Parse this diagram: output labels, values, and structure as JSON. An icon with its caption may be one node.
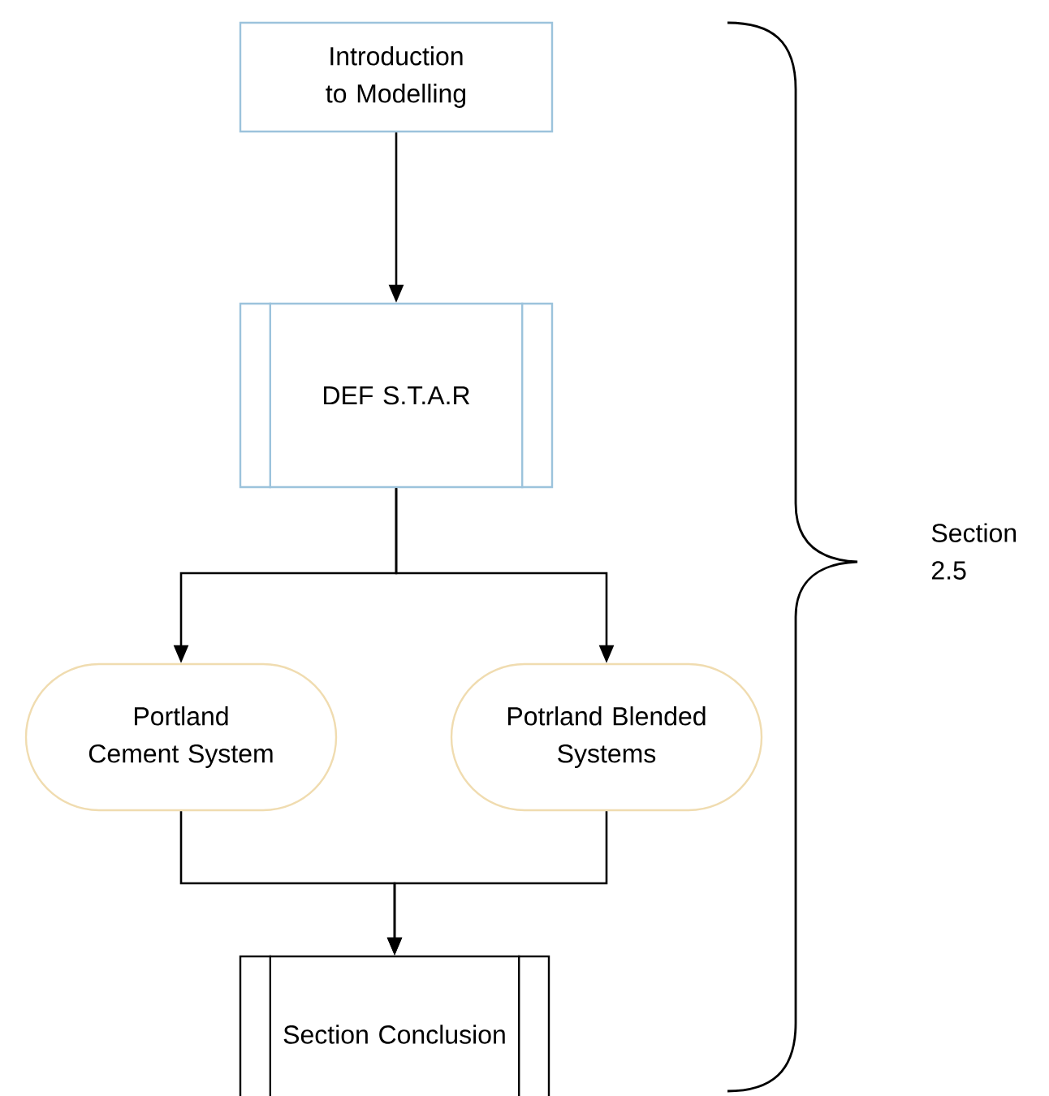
{
  "diagram": {
    "nodes": [
      {
        "text": [
          "Introduction to Modelling"
        ]
      },
      {
        "text": [
          "DEF S.T.A.R"
        ]
      },
      {
        "text": [
          "Portland Cement System"
        ]
      },
      {
        "text": [
          "Potrland Blended Systems"
        ]
      },
      {
        "text": [
          "Section Conclusion"
        ]
      }
    ],
    "edges": [
      {
        "from": 0,
        "to": 1,
        "arrow": "to"
      },
      {
        "from": 1,
        "to": 2,
        "arrow": "to"
      },
      {
        "from": 1,
        "to": 3,
        "arrow": "to"
      },
      {
        "from": 2,
        "to": 4,
        "arrow": "to"
      },
      {
        "from": 3,
        "to": 4,
        "arrow": "to"
      }
    ],
    "labels": [
      "Section 2.5"
    ]
  }
}
